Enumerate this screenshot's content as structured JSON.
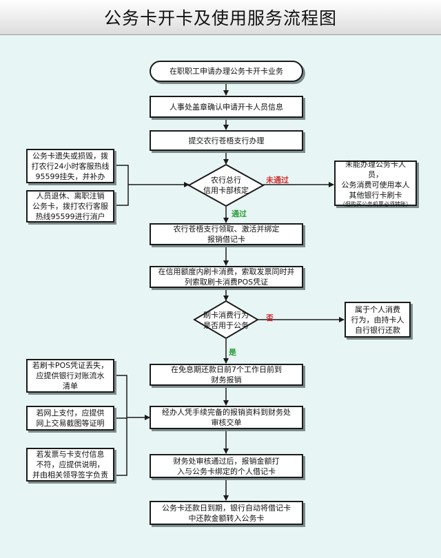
{
  "title": "公务卡开卡及使用服务流程图",
  "colors": {
    "background": "#e8f5f5",
    "reject_label": "#d32f2f",
    "pass_label": "#2e9e3a"
  },
  "flow": {
    "start": "在职职工申请办理公务卡开卡业务",
    "step_confirm": "人事处盖章确认申请开卡人员信息",
    "step_submit": "提交农行苍梧支行办理",
    "decision_verify": "农行总行\n信用卡部核定",
    "label_fail": "未通过",
    "label_pass": "通过",
    "fail_note_main": "未能办理公务卡人员，\n公务消费可使用本人\n其他银行卡刷卡",
    "fail_note_sub": "（但购买公务机票必须转账）",
    "step_activate": "农行苍梧支行领取、激活并绑定\n报销借记卡",
    "step_spend": "在信用额度内刷卡消费，索取发票同时并\n列索取刷卡消费POS凭证",
    "decision_official": "刷卡消费行为\n是否用于公务",
    "label_no": "否",
    "label_yes": "是",
    "no_note": "属于个人消费\n行为，由持卡人\n自行银行还款",
    "step_report": "在免息期还款日前7个工作日前到\n财务报销",
    "step_submit_finance": "经办人凭手续完备的报销资料到财务处\n审核交单",
    "step_transfer": "财务处审核通过后，报销金额打\n入与公务卡绑定的个人借记卡",
    "step_repay": "公务卡还款日到期，银行自动将借记卡\n中还款金额转入公务卡"
  },
  "side_notes": {
    "lost_card": "公务卡遗失或损毁，拨\n打农行24小时客服热线\n95599挂失，并补办",
    "retired": "人员退休、离职注销\n公务卡，拨打农行客服\n热线95599进行消户",
    "pos_lost": "若刷卡POS凭证丢失，\n应提供银行对账流水\n清单",
    "online_pay": "若网上支付，应提供\n网上交易截图等证明",
    "mismatch": "若发票与卡支付信息\n不符，应提供说明，\n并由相关领导签字负责"
  }
}
